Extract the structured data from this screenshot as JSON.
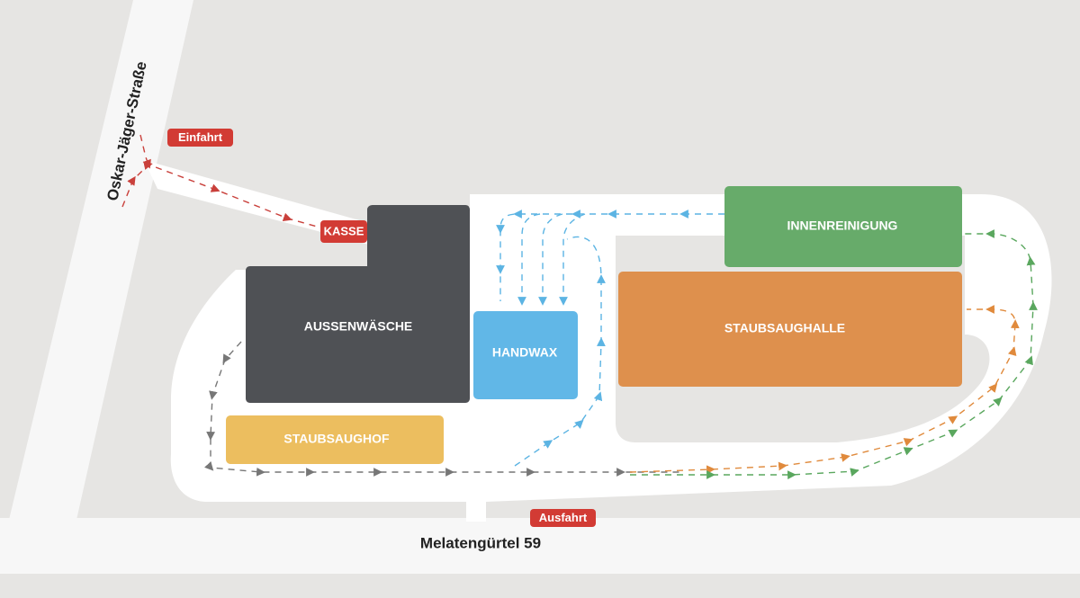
{
  "streets": {
    "vertical": "Oskar-Jäger-Straße",
    "horizontal": "Melatengürtel 59"
  },
  "markers": {
    "entrance": "Einfahrt",
    "cashier": "KASSE",
    "exit": "Ausfahrt"
  },
  "buildings": {
    "exterior_wash": "AUSSENWÄSCHE",
    "hand_wax": "HANDWAX",
    "vacuum_yard": "STAUBSAUGHOF",
    "interior_cleaning": "INNENREINIGUNG",
    "vacuum_hall": "STAUBSAUGHALLE"
  },
  "colors": {
    "background": "#e6e5e3",
    "road": "#f7f7f7",
    "lot": "#ffffff",
    "marker_red": "#d23b34",
    "exterior_wash": "#4f5155",
    "hand_wax": "#61b7e7",
    "vacuum_yard": "#ecbe5f",
    "interior_cleaning": "#67ab6a",
    "vacuum_hall": "#de904d",
    "route_red": "#c9403b",
    "route_blue": "#5cb4e3",
    "route_gray": "#777777",
    "route_orange": "#e08a3c",
    "route_green": "#5aa75e"
  }
}
